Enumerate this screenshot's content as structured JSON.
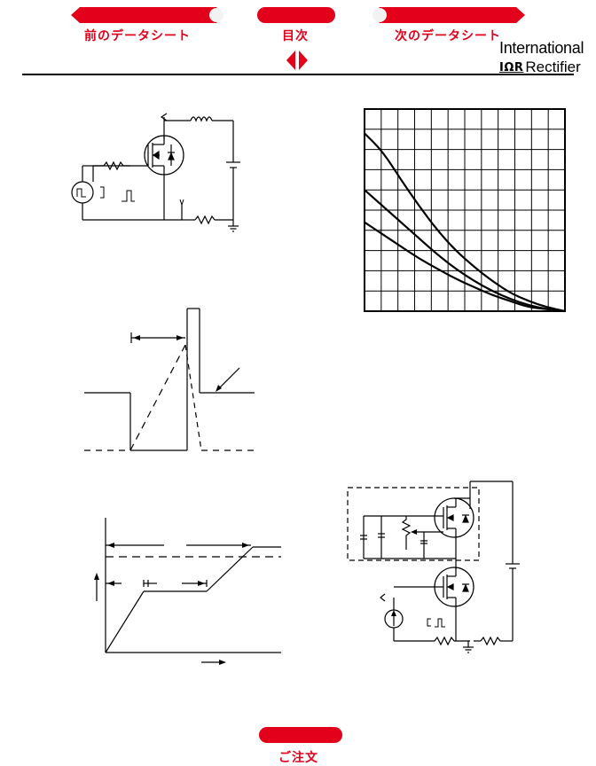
{
  "nav": {
    "prev_label": "前のデータシート",
    "toc_label": "目次",
    "next_label": "次のデータシート",
    "order_label": "ご注文",
    "accent_color": "#e2001a"
  },
  "brand": {
    "international": "International",
    "logo": "IΩR",
    "rectifier": "Rectifier"
  },
  "chart_data": {
    "type": "line",
    "series": [
      {
        "values": [
          0.88,
          0.79,
          0.65,
          0.52,
          0.4,
          0.3,
          0.22,
          0.15,
          0.09,
          0.05,
          0.02,
          0.0
        ]
      },
      {
        "values": [
          0.6,
          0.52,
          0.44,
          0.36,
          0.28,
          0.21,
          0.15,
          0.1,
          0.06,
          0.03,
          0.01,
          0.0
        ]
      },
      {
        "values": [
          0.44,
          0.38,
          0.32,
          0.26,
          0.21,
          0.16,
          0.12,
          0.08,
          0.05,
          0.02,
          0.01,
          0.0
        ]
      }
    ],
    "x": [
      0,
      1,
      2,
      3,
      4,
      5,
      6,
      7,
      8,
      9,
      10,
      11
    ],
    "ylim": [
      0,
      1
    ],
    "grid": true
  }
}
